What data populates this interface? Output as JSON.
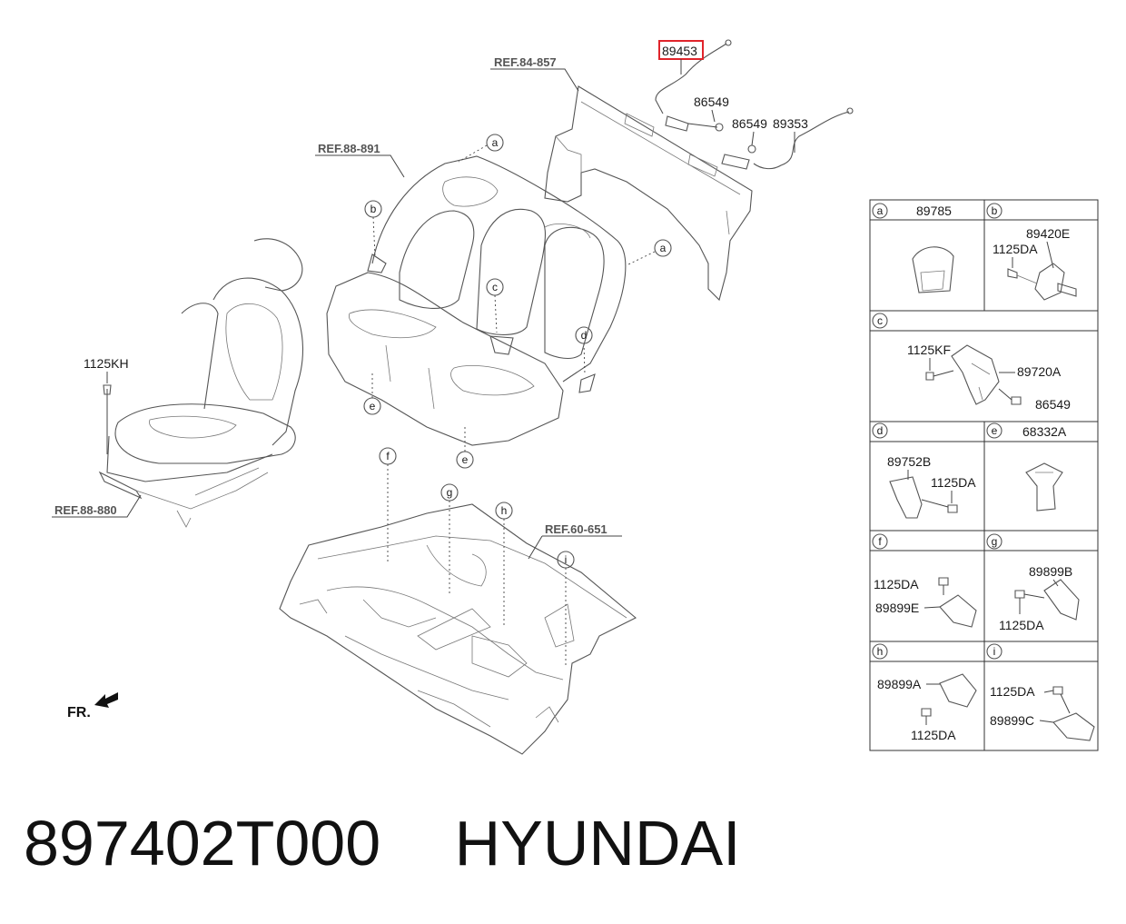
{
  "diagram": {
    "refs": {
      "r84": "REF.84-857",
      "r88_891": "REF.88-891",
      "r88_880": "REF.88-880",
      "r60": "REF.60-651"
    },
    "highlighted_part": "89453",
    "labels": {
      "p86549a": "86549",
      "p86549b": "86549",
      "p89353": "89353",
      "p1125kh": "1125KH"
    },
    "circles": [
      "a",
      "b",
      "c",
      "d",
      "e",
      "f",
      "g",
      "h",
      "i"
    ],
    "front_label": "FR."
  },
  "legend": {
    "a": {
      "letter": "a",
      "parts": [
        "89785"
      ]
    },
    "b": {
      "letter": "b",
      "parts": [
        "89420E",
        "1125DA"
      ]
    },
    "c": {
      "letter": "c",
      "parts": [
        "1125KF",
        "89720A",
        "86549"
      ]
    },
    "d": {
      "letter": "d",
      "parts": [
        "89752B",
        "1125DA"
      ]
    },
    "e": {
      "letter": "e",
      "parts": [
        "68332A"
      ]
    },
    "f": {
      "letter": "f",
      "parts": [
        "1125DA",
        "89899E"
      ]
    },
    "g": {
      "letter": "g",
      "parts": [
        "89899B",
        "1125DA"
      ]
    },
    "h": {
      "letter": "h",
      "parts": [
        "89899A",
        "1125DA"
      ]
    },
    "i": {
      "letter": "i",
      "parts": [
        "1125DA",
        "89899C"
      ]
    }
  },
  "footer": {
    "part_number": "897402T000",
    "brand": "HYUNDAI"
  },
  "colors": {
    "highlight": "#e0242b",
    "line": "#555555"
  }
}
